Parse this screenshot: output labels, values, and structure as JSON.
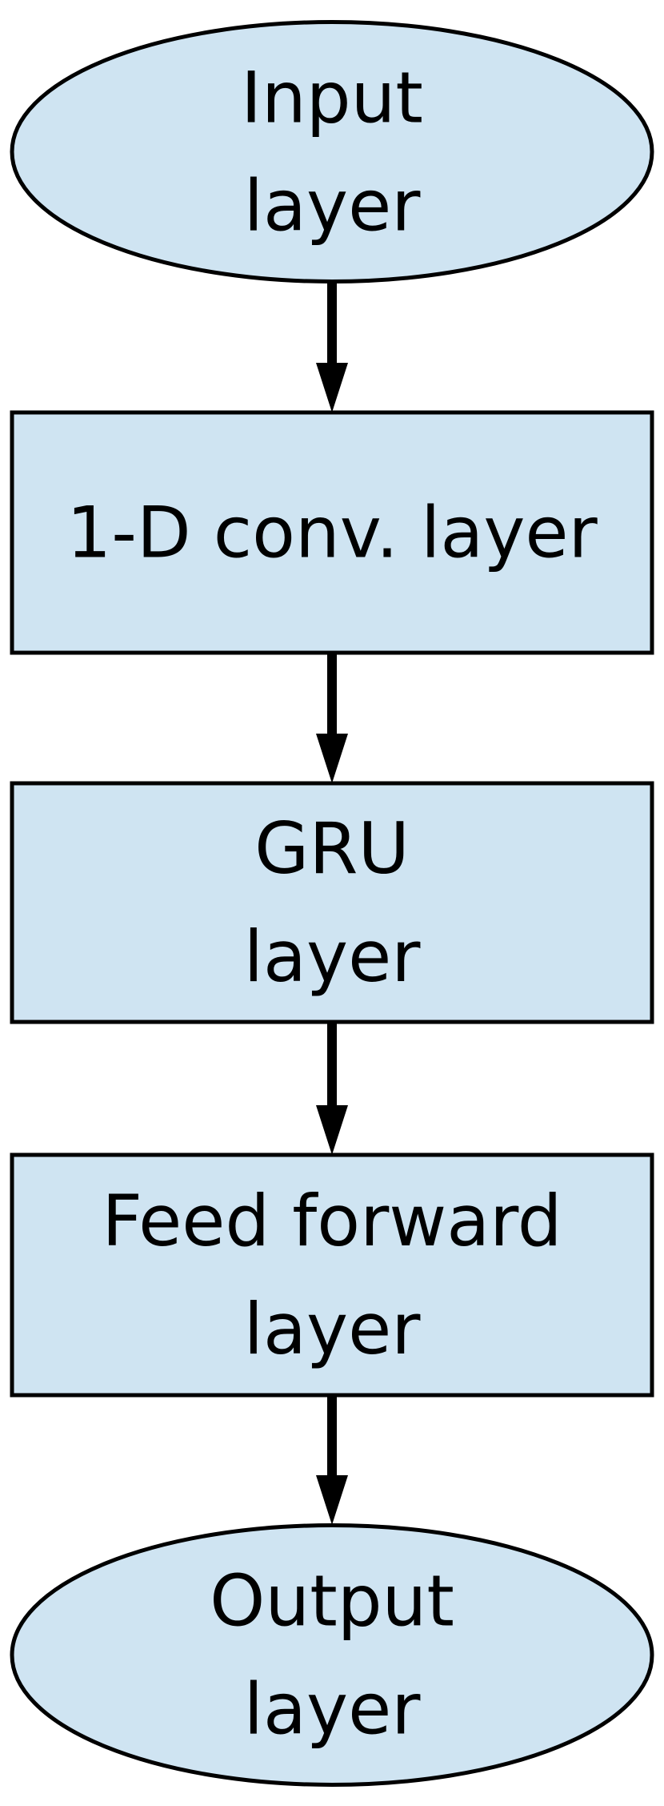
{
  "colors": {
    "node_fill": "#cfe4f2",
    "node_stroke": "#000000",
    "arrow": "#000000",
    "background": "#ffffff"
  },
  "nodes": [
    {
      "id": "input-layer",
      "shape": "ellipse",
      "lines": [
        "Input",
        "layer"
      ]
    },
    {
      "id": "conv-layer",
      "shape": "rect",
      "lines": [
        "1-D conv. layer"
      ]
    },
    {
      "id": "gru-layer",
      "shape": "rect",
      "lines": [
        "GRU",
        "layer"
      ]
    },
    {
      "id": "feed-forward-layer",
      "shape": "rect",
      "lines": [
        "Feed forward",
        "layer"
      ]
    },
    {
      "id": "output-layer",
      "shape": "ellipse",
      "lines": [
        "Output",
        "layer"
      ]
    }
  ],
  "edges": [
    {
      "from": "input-layer",
      "to": "conv-layer"
    },
    {
      "from": "conv-layer",
      "to": "gru-layer"
    },
    {
      "from": "gru-layer",
      "to": "feed-forward-layer"
    },
    {
      "from": "feed-forward-layer",
      "to": "output-layer"
    }
  ]
}
